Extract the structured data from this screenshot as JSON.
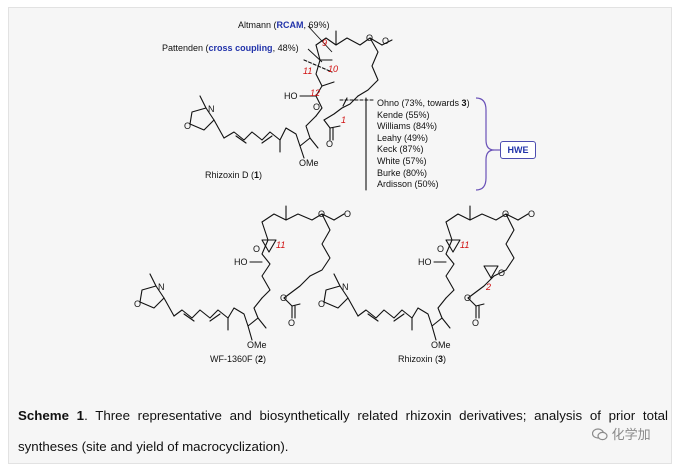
{
  "figure": {
    "annotations": {
      "altmann_name": "Altmann (",
      "altmann_method": "RCAM",
      "altmann_yield": ", 69%)",
      "pattenden_name": "Pattenden (",
      "pattenden_method": "cross coupling",
      "pattenden_yield": ", 48%)",
      "hwe_label": "HWE"
    },
    "hwe_syntheses": [
      {
        "name": "Ohno (73%, towards ",
        "ref": "3",
        "tail": ")"
      },
      {
        "name": "Kende (55%)"
      },
      {
        "name": "Williams (84%)"
      },
      {
        "name": "Leahy (49%)"
      },
      {
        "name": "Keck (87%)"
      },
      {
        "name": "White (57%)"
      },
      {
        "name": "Burke (80%)"
      },
      {
        "name": "Ardisson (50%)"
      }
    ],
    "compounds": {
      "c1_name": "Rhizoxin D (",
      "c1_num": "1",
      "c2_name": "WF-1360F (",
      "c2_num": "2",
      "c3_name": "Rhizoxin (",
      "c3_num": "3",
      "close_paren": ")"
    },
    "atoms": {
      "ho": "HO",
      "o": "O",
      "n": "N",
      "ome": "OMe",
      "num_1": "1",
      "num_2": "2",
      "num_9": "9",
      "num_10": "10",
      "num_11": "11",
      "num_12": "12"
    }
  },
  "caption": {
    "lead": "Scheme 1",
    "text": ". Three representative and biosynthetically related rhizoxin derivatives; analysis of prior total syntheses (site and yield of macrocyclization)."
  },
  "watermark": {
    "text": "化学加"
  },
  "colors": {
    "accent_blue": "#2233aa",
    "numbering_red": "#d01010",
    "bracket_purple": "#6a52b8",
    "panel_bg": "#f6f6f6"
  }
}
